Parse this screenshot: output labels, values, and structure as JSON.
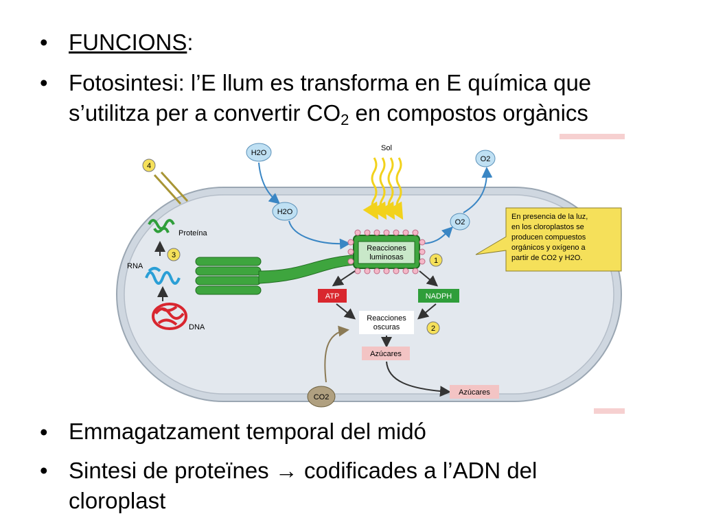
{
  "bullets": {
    "b1": {
      "marker": "•",
      "text": "FUNCIONS",
      "suffix": ":"
    },
    "b2": {
      "marker": "•",
      "line1": "Fotosintesi: l’E llum es transforma en E química que",
      "line2_pre": "s’utilitza per a convertir CO",
      "line2_sub": "2",
      "line2_post": " en compostos orgànics"
    },
    "b3": {
      "marker": "•",
      "text": "Emmagatzament temporal del midó"
    },
    "b4": {
      "marker": "•",
      "line1_pre": "Sintesi de proteïnes ",
      "arrow": "→",
      "line1_post": " codificades a l’ADN del",
      "line2": "cloroplast"
    }
  },
  "diagram": {
    "labels": {
      "h2o_top": "H2O",
      "sol": "Sol",
      "o2_top": "O2",
      "num4": "4",
      "proteina": "Proteína",
      "num3": "3",
      "rna": "RNA",
      "h2o_mid": "H2O",
      "o2_mid": "O2",
      "reacciones_luminosas_1": "Reacciones",
      "reacciones_luminosas_2": "luminosas",
      "num1": "1",
      "atp": "ATP",
      "nadph": "NADPH",
      "reacciones_oscuras_1": "Reacciones",
      "reacciones_oscuras_2": "oscuras",
      "num2": "2",
      "dna": "DNA",
      "azucares_in": "Azúcares",
      "co2": "CO2",
      "azucares_out": "Azúcares"
    },
    "callout": {
      "lines": [
        "En presencia de la luz,",
        "en los cloroplastos se",
        "producen compuestos",
        "orgánicos y oxígeno a",
        "partir de CO2 y H2O."
      ]
    },
    "colors": {
      "stroma": "#dde3ea",
      "thylakoid": "#3ea53e",
      "atp": "#d9272e",
      "nadph": "#2f9e3a",
      "callout": "#f5e05a",
      "arrow_blue": "#3a86c4",
      "dna_red": "#d8262f",
      "rna_blue": "#2b9fd6",
      "sunlight": "#f2d21c",
      "co2_tan": "#b0a080"
    }
  }
}
